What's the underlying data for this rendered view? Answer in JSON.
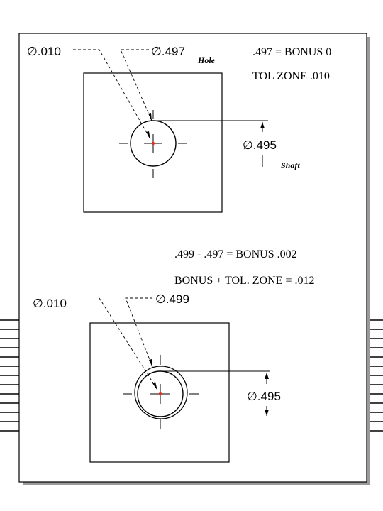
{
  "colors": {
    "line": "#000000",
    "shadow": "#9a9a9a",
    "center_point": "#e03020"
  },
  "top_example": {
    "fcf_label": "∅.010",
    "hole_size_label": "∅.497",
    "hole_tag": "Hole",
    "note_line1": ".497 = BONUS 0",
    "note_line2": "TOL ZONE .010",
    "shaft_size_label": "∅.495",
    "shaft_tag": "Shaft"
  },
  "bottom_example": {
    "note_line1": ".499 - .497 = BONUS .002",
    "note_line2": "BONUS + TOL. ZONE = .012",
    "fcf_label": "∅.010",
    "hole_size_label": "∅.499",
    "shaft_size_label": "∅.495"
  }
}
